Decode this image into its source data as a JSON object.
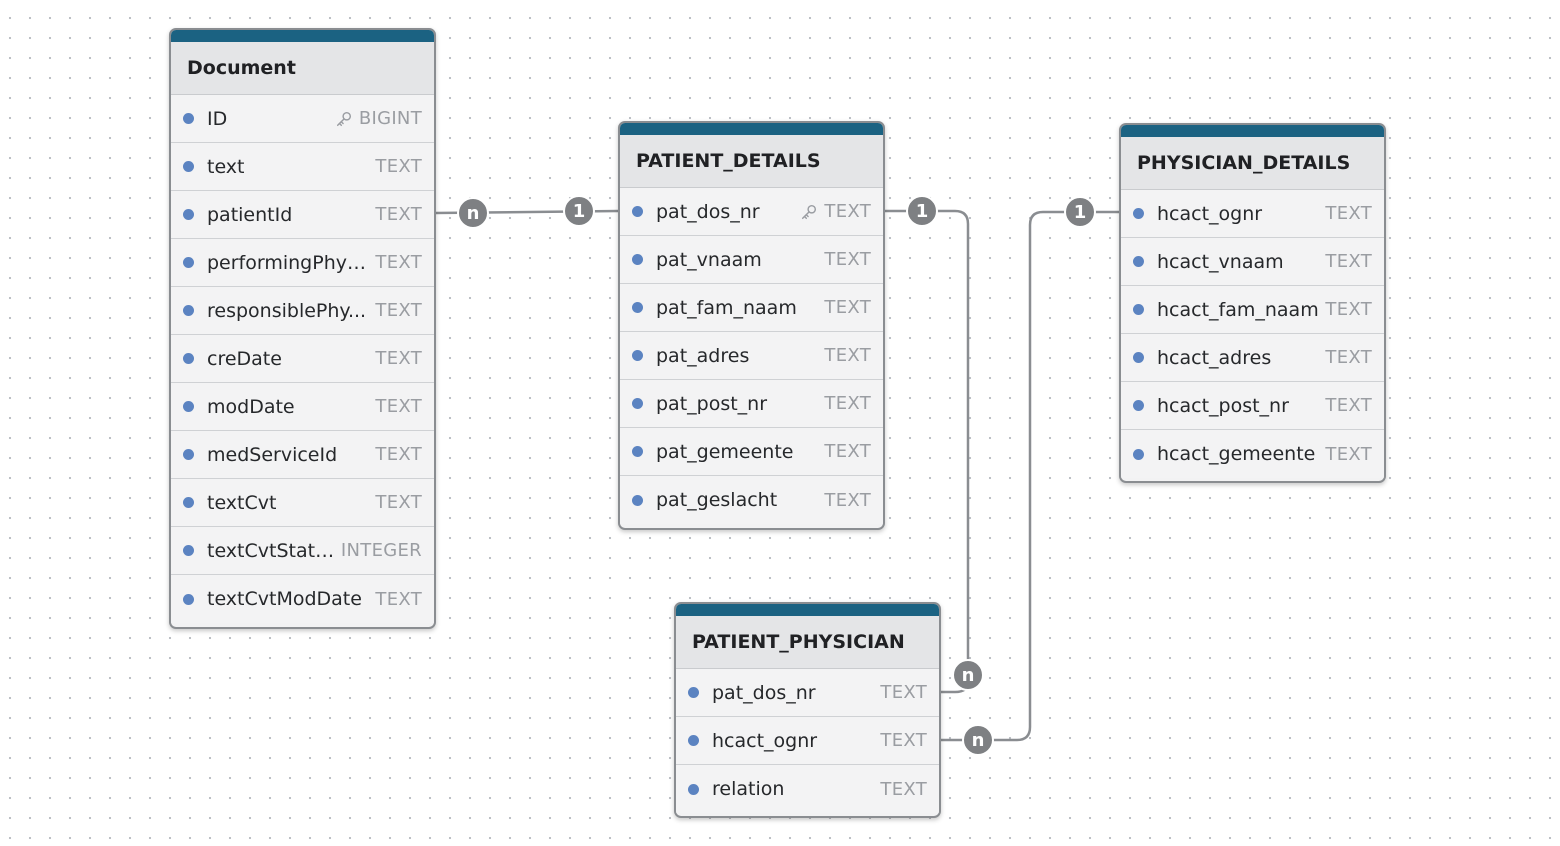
{
  "tables": {
    "document": {
      "title": "Document",
      "columns": [
        {
          "name": "ID",
          "type": "BIGINT",
          "key": true
        },
        {
          "name": "text",
          "type": "TEXT"
        },
        {
          "name": "patientId",
          "type": "TEXT"
        },
        {
          "name": "performingPhys...",
          "type": "TEXT"
        },
        {
          "name": "responsiblePhy...",
          "type": "TEXT"
        },
        {
          "name": "creDate",
          "type": "TEXT"
        },
        {
          "name": "modDate",
          "type": "TEXT"
        },
        {
          "name": "medServiceId",
          "type": "TEXT"
        },
        {
          "name": "textCvt",
          "type": "TEXT"
        },
        {
          "name": "textCvtStatus",
          "type": "INTEGER"
        },
        {
          "name": "textCvtModDate",
          "type": "TEXT"
        }
      ]
    },
    "patient_details": {
      "title": "PATIENT_DETAILS",
      "columns": [
        {
          "name": "pat_dos_nr",
          "type": "TEXT",
          "key": true
        },
        {
          "name": "pat_vnaam",
          "type": "TEXT"
        },
        {
          "name": "pat_fam_naam",
          "type": "TEXT"
        },
        {
          "name": "pat_adres",
          "type": "TEXT"
        },
        {
          "name": "pat_post_nr",
          "type": "TEXT"
        },
        {
          "name": "pat_gemeente",
          "type": "TEXT"
        },
        {
          "name": "pat_geslacht",
          "type": "TEXT"
        }
      ]
    },
    "physician_details": {
      "title": "PHYSICIAN_DETAILS",
      "columns": [
        {
          "name": "hcact_ognr",
          "type": "TEXT"
        },
        {
          "name": "hcact_vnaam",
          "type": "TEXT"
        },
        {
          "name": "hcact_fam_naam",
          "type": "TEXT"
        },
        {
          "name": "hcact_adres",
          "type": "TEXT"
        },
        {
          "name": "hcact_post_nr",
          "type": "TEXT"
        },
        {
          "name": "hcact_gemeente",
          "type": "TEXT"
        }
      ]
    },
    "patient_physician": {
      "title": "PATIENT_PHYSICIAN",
      "columns": [
        {
          "name": "pat_dos_nr",
          "type": "TEXT"
        },
        {
          "name": "hcact_ognr",
          "type": "TEXT"
        },
        {
          "name": "relation",
          "type": "TEXT"
        }
      ]
    }
  },
  "relations": [
    {
      "from": "Document.patientId",
      "to": "PATIENT_DETAILS.pat_dos_nr",
      "from_card": "n",
      "to_card": "1"
    },
    {
      "from": "PATIENT_DETAILS.pat_dos_nr",
      "to": "PATIENT_PHYSICIAN.pat_dos_nr",
      "from_card": "1",
      "to_card": "n"
    },
    {
      "from": "PHYSICIAN_DETAILS.hcact_ognr",
      "to": "PATIENT_PHYSICIAN.hcact_ognr",
      "from_card": "1",
      "to_card": "n"
    }
  ],
  "colors": {
    "header_bar": "#1b6282",
    "column_dot": "#5b83c1",
    "badge": "#7e8083",
    "connector": "#8a8d91"
  }
}
